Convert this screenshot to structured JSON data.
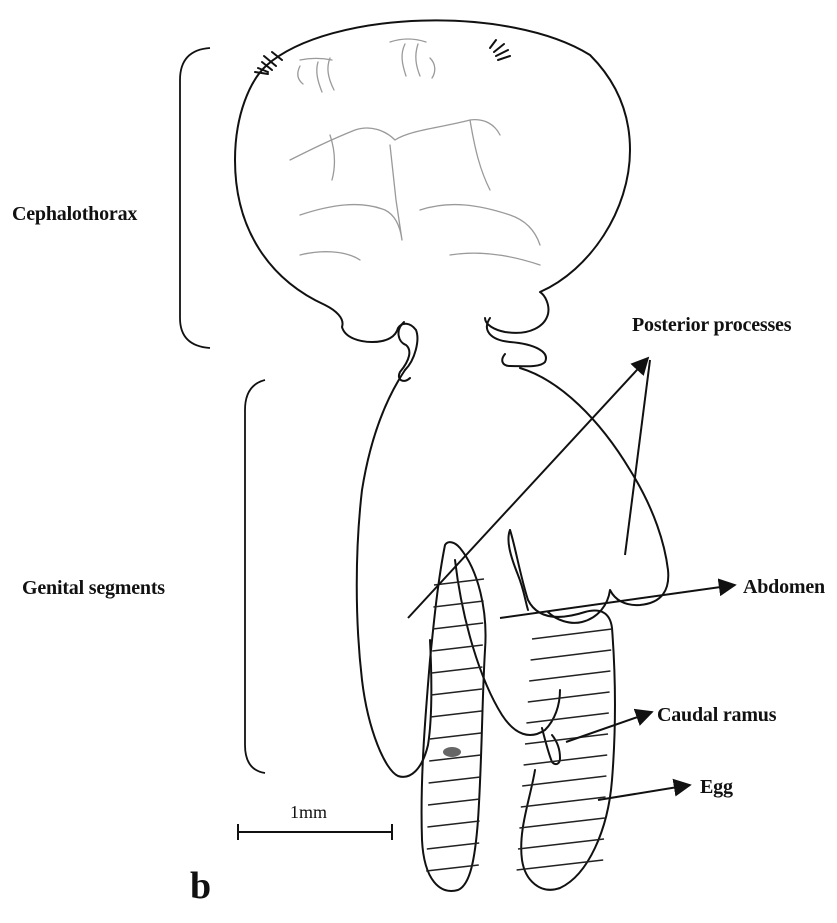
{
  "labels": {
    "cephalothorax": "Cephalothorax",
    "genital_segments": "Genital segments",
    "posterior_processes": "Posterior processes",
    "abdomen": "Abdomen",
    "caudal_ramus": "Caudal ramus",
    "egg": "Egg"
  },
  "scale_bar": {
    "label": "1mm"
  },
  "panel_label": "b"
}
